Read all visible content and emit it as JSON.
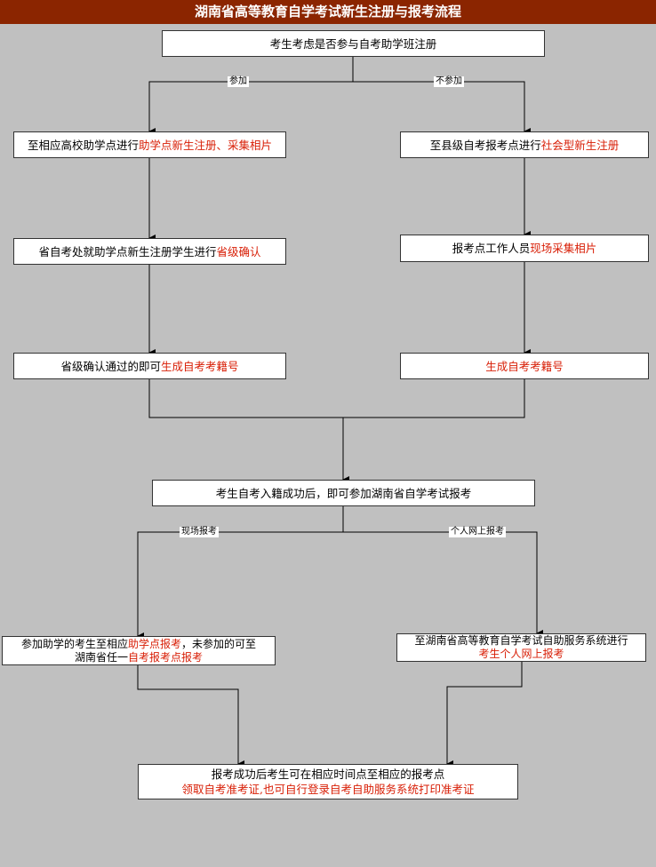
{
  "title": "湖南省高等教育自学考试新生注册与报考流程",
  "start": "考生考虑是否参与自考助学班注册",
  "edge_labels": {
    "join": "参加",
    "not_join": "不参加",
    "onsite": "现场报考",
    "online": "个人网上报考"
  },
  "left_branch": {
    "step1": {
      "text": "至相应高校助学点进行",
      "highlight": "助学点新生注册、采集相片"
    },
    "step2": {
      "text": "省自考处就助学点新生注册学生进行",
      "highlight": "省级确认"
    },
    "step3": {
      "text": "省级确认通过的即可",
      "highlight": "生成自考考籍号"
    }
  },
  "right_branch": {
    "step1": {
      "text": "至县级自考报考点进行",
      "highlight": "社会型新生注册"
    },
    "step2": {
      "text": "报考点工作人员",
      "highlight": "现场采集相片"
    },
    "step3": {
      "highlight": "生成自考考籍号"
    }
  },
  "merge": "考生自考入籍成功后，即可参加湖南省自学考试报考",
  "onsite_box": {
    "part1": "参加助学的考生至相应",
    "hl1": "助学点报考",
    "part2": "，未参加的可至",
    "part3": "湖南省任一",
    "hl2": "自考报考点报考"
  },
  "online_box": {
    "line1": "至湖南省高等教育自学考试自助服务系统进行",
    "hl": "考生个人网上报考"
  },
  "final": {
    "line1": "报考成功后考生可在相应时间点至相应的报考点",
    "hl": "领取自考准考证,也可自行登录自考自助服务系统打印准考证"
  },
  "colors": {
    "title_bg": "#8b2500",
    "background": "#c0c0c0",
    "highlight": "#d81e06"
  }
}
